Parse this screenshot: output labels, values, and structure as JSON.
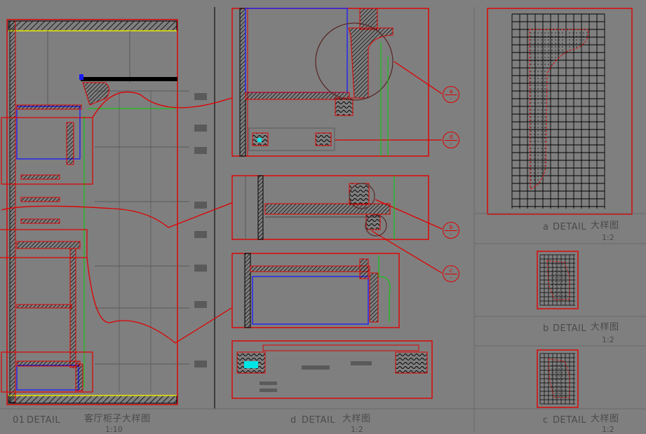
{
  "titles": {
    "main": {
      "num": "01",
      "detail": "DETAIL",
      "name": "客厅柜子大样图",
      "scale": "1:10"
    },
    "d": {
      "num": "d",
      "detail": "DETAIL",
      "name": "大样图",
      "scale": "1:2"
    },
    "a": {
      "num": "a",
      "detail": "DETAIL",
      "name": "大样图",
      "scale": "1:2"
    },
    "b": {
      "num": "b",
      "detail": "DETAIL",
      "name": "大样图",
      "scale": "1:2"
    },
    "c": {
      "num": "c",
      "detail": "DETAIL",
      "name": "大样图",
      "scale": "1:2"
    }
  },
  "callouts": [
    {
      "id": "a",
      "top": "a",
      "bottom": "-"
    },
    {
      "id": "d",
      "top": "d",
      "bottom": "-"
    },
    {
      "id": "b",
      "top": "b",
      "bottom": "-"
    },
    {
      "id": "c",
      "top": "c",
      "bottom": "-"
    }
  ],
  "colors": {
    "background": "#7f7f7f",
    "red": "#e00000",
    "blue": "#1a1aff",
    "green": "#00d000",
    "cyan": "#00e5e5",
    "yellow": "#e8e800",
    "black": "#000000",
    "label": "#4a4a4a"
  }
}
